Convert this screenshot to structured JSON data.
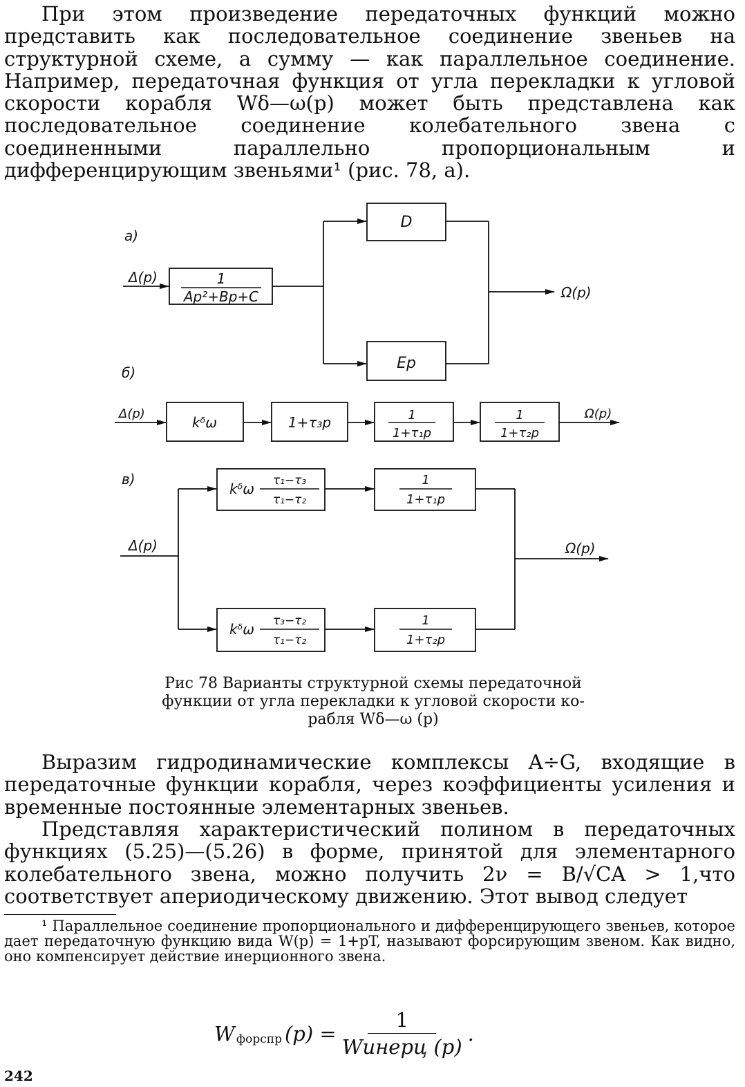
{
  "para_1": "При этом произведение передаточных функций можно представить как последовательное соединение звеньев на структурной схеме, а сумму — как параллельное соединение. Например, передаточная функция от угла перекладки к угловой скорости корабля Wδ—ω(p) может быть представлена как последовательное соединение колебательного звена с соединенными параллельно пропорциональным и дифференцирующим звеньями¹ (рис. 78, а).",
  "figure": {
    "a": {
      "label": "а)",
      "input": "Δ(p)",
      "output": "Ω(p)",
      "block1_num": "1",
      "block1_den": "Ap²+Bp+C",
      "block_top": "D",
      "block_bottom": "Ep"
    },
    "b": {
      "label": "б)",
      "input": "Δ(p)",
      "output": "Ω(p)",
      "block1": "kᵟω",
      "block2": "1+τ₃p",
      "block3_num": "1",
      "block3_den": "1+τ₁p",
      "block4_num": "1",
      "block4_den": "1+τ₂p"
    },
    "c": {
      "label": "в)",
      "input": "Δ(p)",
      "output": "Ω(p)",
      "top_k": "kᵟω",
      "top_frac_num": "τ₁−τ₃",
      "top_frac_den": "τ₁−τ₂",
      "top_right_num": "1",
      "top_right_den": "1+τ₁p",
      "bottom_k": "kᵟω",
      "bottom_frac_num": "τ₃−τ₂",
      "bottom_frac_den": "τ₁−τ₂",
      "bottom_right_num": "1",
      "bottom_right_den": "1+τ₂p"
    }
  },
  "caption": {
    "line1": "Рис 78 Варианты структурной схемы передаточной",
    "line2": "функции от угла перекладки к угловой скорости ко-",
    "line3": "рабля Wδ—ω (p)"
  },
  "para_2": "Выразим гидродинамические комплексы A÷G, входящие в передаточные функции корабля, через коэффициенты усиления и временные постоянные элементарных звеньев.",
  "para_3": "Представляя характеристический полином в передаточных функциях (5.25)—(5.26) в форме, принятой для элементарного колебательного звена, можно получить 2ν = B/√CA > 1,что соответствует апериодическому движению. Этот вывод следует",
  "footnote": "¹ Параллельное соединение пропорционального и дифференцирующего звеньев, которое дает передаточную функцию вида W(p) = 1+pT, называют форсирующим звеном. Как видно, оно компенсирует действие инерционного звена.",
  "formula": {
    "lhs": "W",
    "lhs_sub": "форспр",
    "arg": "(p) =",
    "num": "1",
    "den": "Wинерц (p)",
    "tail": "."
  },
  "page_number": "242"
}
